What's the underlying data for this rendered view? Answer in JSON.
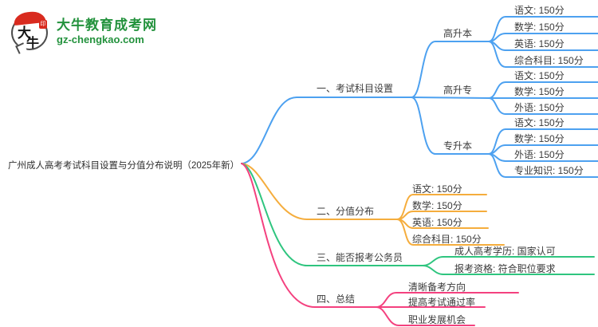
{
  "logo": {
    "icon_chars": {
      "first": "大",
      "second": "牛"
    },
    "seal_char": "印",
    "site_name": "大牛教育成考网",
    "site_url": "gz-chengkao.com"
  },
  "title": "广州成人高考考试科目设置与分值分布说明（2025年新）",
  "colors": {
    "branch1_blue": "#4da1f0",
    "branch2_orange": "#f5ad3d",
    "branch3_green": "#2fc57f",
    "branch4_pink": "#f4417f",
    "logo_green": "#23923d",
    "logo_red": "#d92b1f",
    "text": "#3a3a3a"
  },
  "map": {
    "branches": [
      {
        "label": "一、考试科目设置",
        "groups": [
          {
            "label": "高升本",
            "leaves": [
              "语文: 150分",
              "数学: 150分",
              "英语: 150分",
              "综合科目: 150分"
            ]
          },
          {
            "label": "高升专",
            "leaves": [
              "语文: 150分",
              "数学: 150分",
              "外语: 150分"
            ]
          },
          {
            "label": "专升本",
            "leaves": [
              "语文: 150分",
              "数学: 150分",
              "外语: 150分",
              "专业知识: 150分"
            ]
          }
        ]
      },
      {
        "label": "二、分值分布",
        "leaves": [
          "语文: 150分",
          "数学: 150分",
          "英语: 150分",
          "综合科目: 150分"
        ]
      },
      {
        "label": "三、能否报考公务员",
        "leaves": [
          "成人高考学历: 国家认可",
          "报考资格: 符合职位要求"
        ]
      },
      {
        "label": "四、总结",
        "leaves": [
          "清晰备考方向",
          "提高考试通过率",
          "职业发展机会"
        ]
      }
    ]
  }
}
